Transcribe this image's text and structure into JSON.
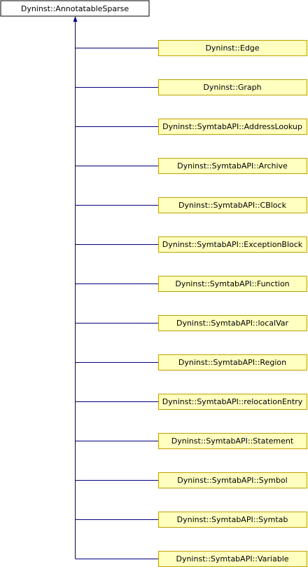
{
  "diagram": {
    "root": {
      "label": "Dyninst::AnnotatableSparse"
    },
    "children": [
      {
        "label": "Dyninst::Edge"
      },
      {
        "label": "Dyninst::Graph"
      },
      {
        "label": "Dyninst::SymtabAPI::AddressLookup"
      },
      {
        "label": "Dyninst::SymtabAPI::Archive"
      },
      {
        "label": "Dyninst::SymtabAPI::CBlock"
      },
      {
        "label": "Dyninst::SymtabAPI::ExceptionBlock"
      },
      {
        "label": "Dyninst::SymtabAPI::Function"
      },
      {
        "label": "Dyninst::SymtabAPI::localVar"
      },
      {
        "label": "Dyninst::SymtabAPI::Region"
      },
      {
        "label": "Dyninst::SymtabAPI::relocationEntry"
      },
      {
        "label": "Dyninst::SymtabAPI::Statement"
      },
      {
        "label": "Dyninst::SymtabAPI::Symbol"
      },
      {
        "label": "Dyninst::SymtabAPI::Symtab"
      },
      {
        "label": "Dyninst::SymtabAPI::Variable"
      }
    ]
  },
  "colors": {
    "root_fill": "#ffffff",
    "child_fill": "#ffffc0",
    "child_border": "#c0a000",
    "root_border": "#000000",
    "edge": "#000080"
  }
}
